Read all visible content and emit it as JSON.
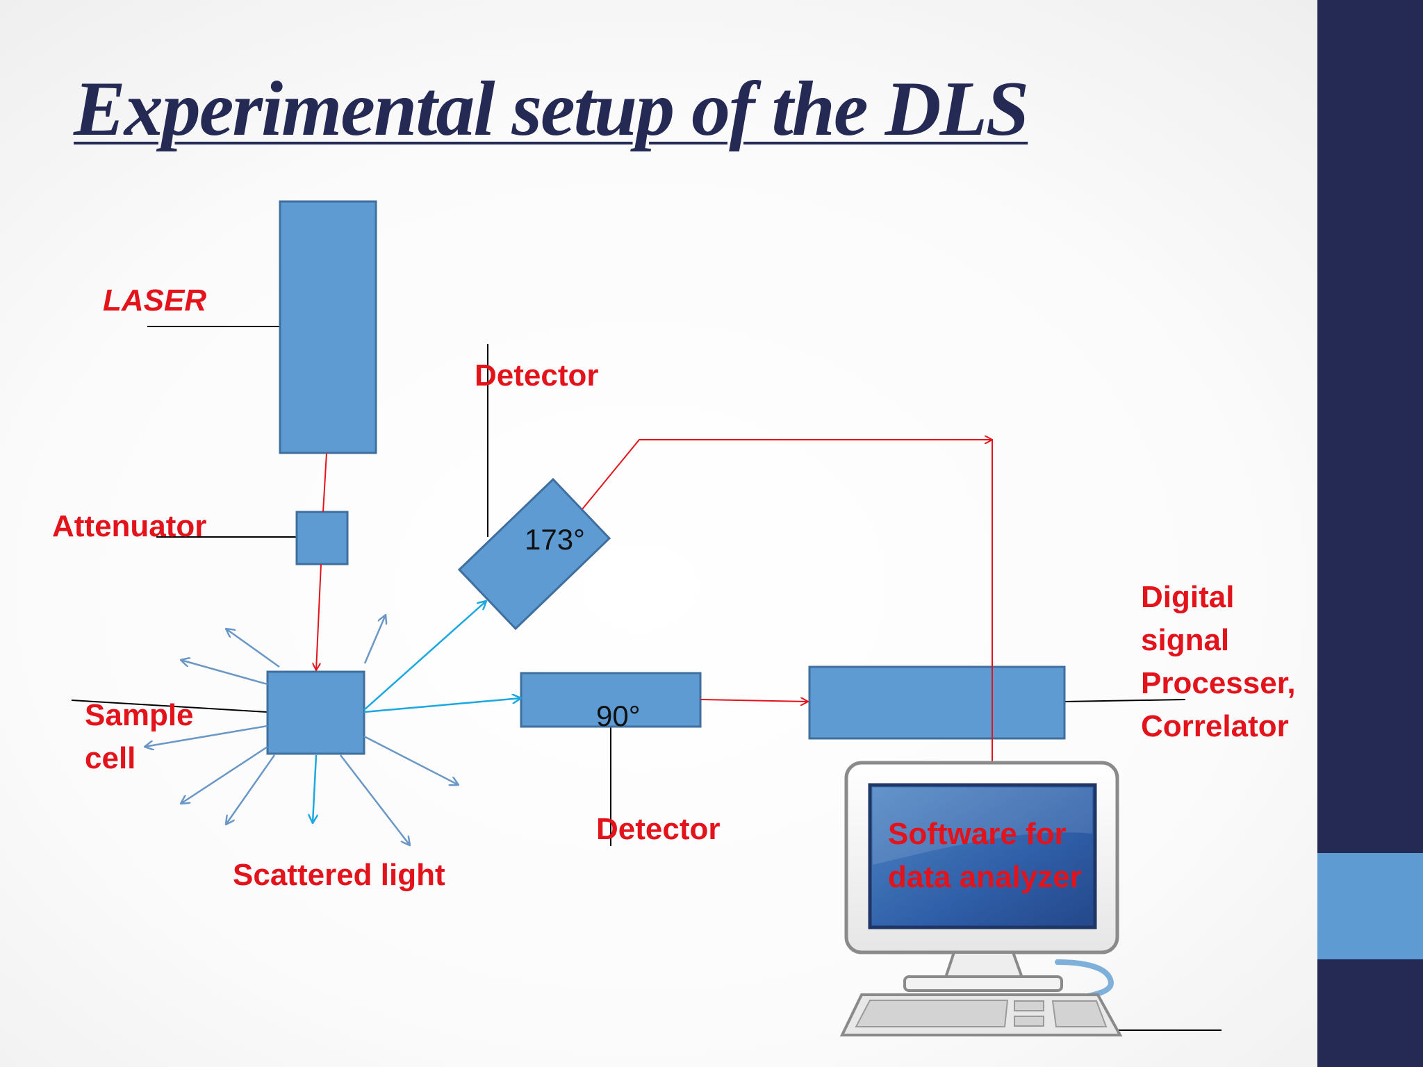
{
  "slide": {
    "title": "Experimental setup of the DLS"
  },
  "labels": {
    "laser": "LASER",
    "attenuator": "Attenuator",
    "detector_top": "Detector",
    "detector_bottom": "Detector",
    "sample_cell_line1": "Sample",
    "sample_cell_line2": "cell",
    "scattered_light": "Scattered light",
    "dsp_line1": "Digital",
    "dsp_line2": "signal",
    "dsp_line3": "Processer,",
    "dsp_line4": "Correlator",
    "software_line1": "Software for",
    "software_line2": "data analyzer"
  },
  "angles": {
    "backscatter": "173°",
    "side": "90°"
  },
  "colors": {
    "box_fill": "#5f9bd3",
    "box_stroke": "#3f6f9f",
    "beam_red": "#e3131b",
    "scatter_blue": "#1ba8e0",
    "scatter_steel": "#6a97c6",
    "label_red": "#e3131b",
    "title_navy": "#252a55",
    "sidebar_navy": "#252a55",
    "sidebar_accent": "#5f9bd3"
  },
  "icons": {
    "computer": "computer-icon"
  }
}
